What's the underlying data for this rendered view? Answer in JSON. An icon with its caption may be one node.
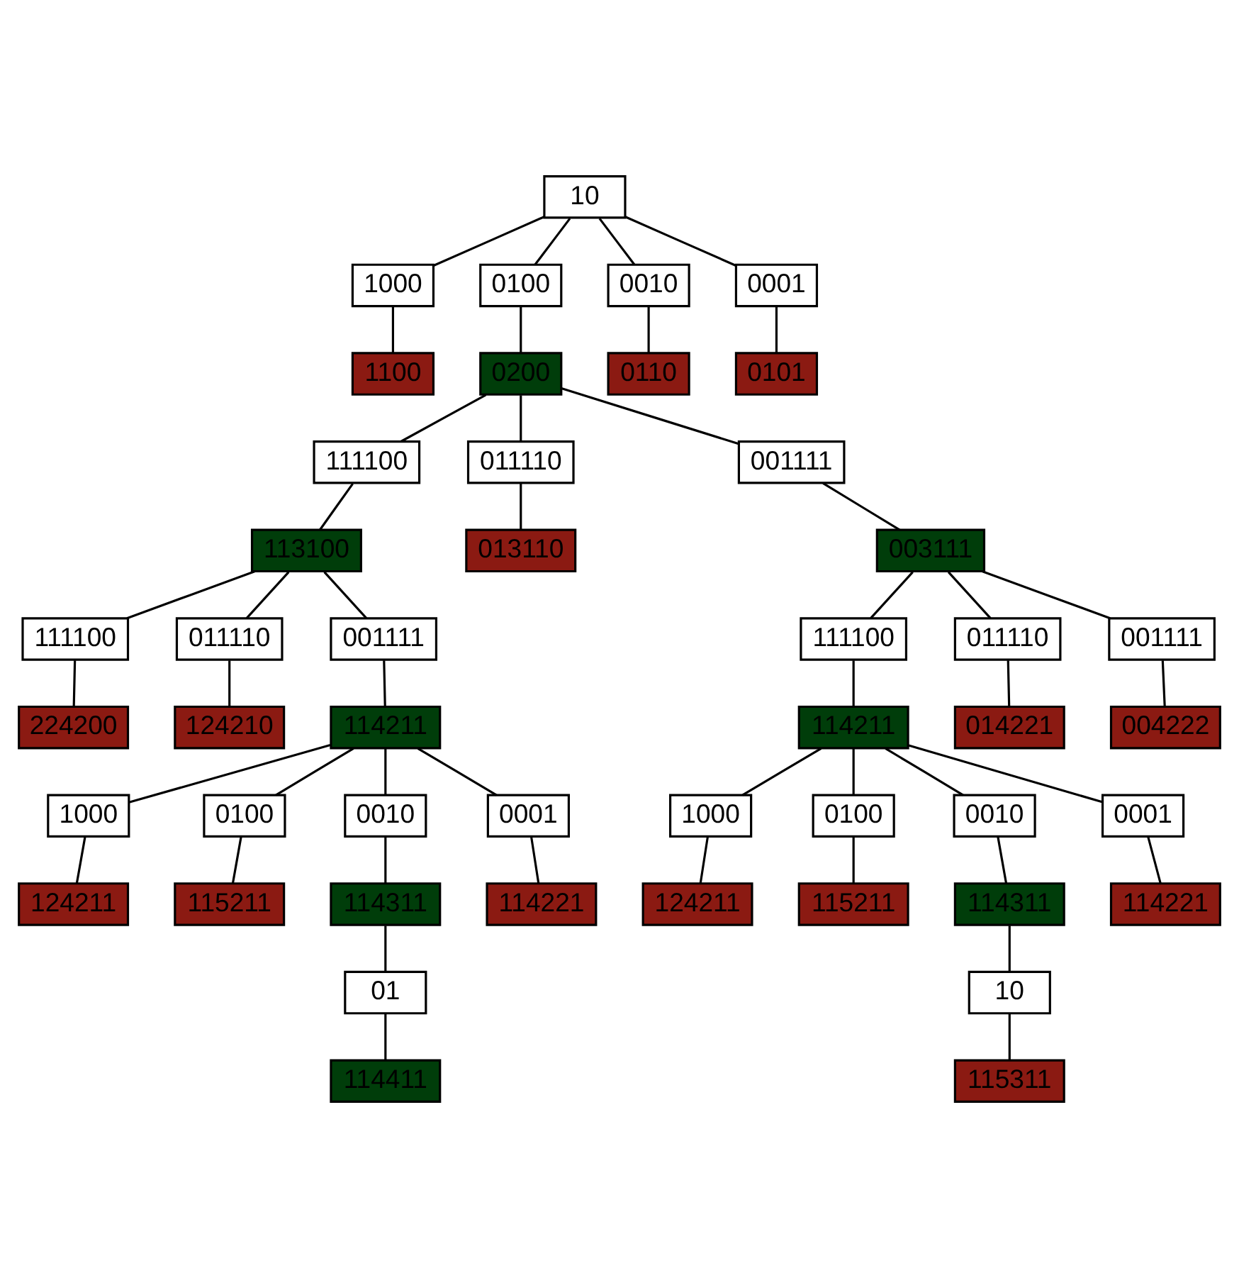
{
  "diagram": {
    "nodes": [
      {
        "text": [
          "10"
        ]
      },
      {
        "text": [
          "1000"
        ]
      },
      {
        "text": [
          "0100"
        ]
      },
      {
        "text": [
          "0010"
        ]
      },
      {
        "text": [
          "0001"
        ]
      },
      {
        "text": [
          "1100"
        ]
      },
      {
        "text": [
          "0200"
        ]
      },
      {
        "text": [
          "0110"
        ]
      },
      {
        "text": [
          "0101"
        ]
      },
      {
        "text": [
          "111100"
        ]
      },
      {
        "text": [
          "011110"
        ]
      },
      {
        "text": [
          "001111"
        ]
      },
      {
        "text": [
          "113100"
        ]
      },
      {
        "text": [
          "013110"
        ]
      },
      {
        "text": [
          "003111"
        ]
      },
      {
        "text": [
          "111100"
        ]
      },
      {
        "text": [
          "011110"
        ]
      },
      {
        "text": [
          "001111"
        ]
      },
      {
        "text": [
          "111100"
        ]
      },
      {
        "text": [
          "011110"
        ]
      },
      {
        "text": [
          "001111"
        ]
      },
      {
        "text": [
          "224200"
        ]
      },
      {
        "text": [
          "124210"
        ]
      },
      {
        "text": [
          "114211"
        ]
      },
      {
        "text": [
          "114211"
        ]
      },
      {
        "text": [
          "014221"
        ]
      },
      {
        "text": [
          "004222"
        ]
      },
      {
        "text": [
          "1000"
        ]
      },
      {
        "text": [
          "0100"
        ]
      },
      {
        "text": [
          "0010"
        ]
      },
      {
        "text": [
          "0001"
        ]
      },
      {
        "text": [
          "1000"
        ]
      },
      {
        "text": [
          "0100"
        ]
      },
      {
        "text": [
          "0010"
        ]
      },
      {
        "text": [
          "0001"
        ]
      },
      {
        "text": [
          "124211"
        ]
      },
      {
        "text": [
          "115211"
        ]
      },
      {
        "text": [
          "114311"
        ]
      },
      {
        "text": [
          "114221"
        ]
      },
      {
        "text": [
          "124211"
        ]
      },
      {
        "text": [
          "115211"
        ]
      },
      {
        "text": [
          "114311"
        ]
      },
      {
        "text": [
          "114221"
        ]
      },
      {
        "text": [
          "01"
        ]
      },
      {
        "text": [
          "10"
        ]
      },
      {
        "text": [
          "114411"
        ]
      },
      {
        "text": [
          "115311"
        ]
      }
    ],
    "edges": [
      {
        "from": 0,
        "to": 1,
        "arrow": "none"
      },
      {
        "from": 0,
        "to": 2,
        "arrow": "none"
      },
      {
        "from": 0,
        "to": 3,
        "arrow": "none"
      },
      {
        "from": 0,
        "to": 4,
        "arrow": "none"
      },
      {
        "from": 1,
        "to": 5,
        "arrow": "none"
      },
      {
        "from": 2,
        "to": 6,
        "arrow": "none"
      },
      {
        "from": 3,
        "to": 7,
        "arrow": "none"
      },
      {
        "from": 4,
        "to": 8,
        "arrow": "none"
      },
      {
        "from": 6,
        "to": 9,
        "arrow": "none"
      },
      {
        "from": 6,
        "to": 10,
        "arrow": "none"
      },
      {
        "from": 6,
        "to": 11,
        "arrow": "none"
      },
      {
        "from": 9,
        "to": 12,
        "arrow": "none"
      },
      {
        "from": 10,
        "to": 13,
        "arrow": "none"
      },
      {
        "from": 11,
        "to": 14,
        "arrow": "none"
      },
      {
        "from": 12,
        "to": 15,
        "arrow": "none"
      },
      {
        "from": 12,
        "to": 16,
        "arrow": "none"
      },
      {
        "from": 12,
        "to": 17,
        "arrow": "none"
      },
      {
        "from": 14,
        "to": 18,
        "arrow": "none"
      },
      {
        "from": 14,
        "to": 19,
        "arrow": "none"
      },
      {
        "from": 14,
        "to": 20,
        "arrow": "none"
      },
      {
        "from": 15,
        "to": 21,
        "arrow": "none"
      },
      {
        "from": 16,
        "to": 22,
        "arrow": "none"
      },
      {
        "from": 17,
        "to": 23,
        "arrow": "none"
      },
      {
        "from": 18,
        "to": 24,
        "arrow": "none"
      },
      {
        "from": 19,
        "to": 25,
        "arrow": "none"
      },
      {
        "from": 20,
        "to": 26,
        "arrow": "none"
      },
      {
        "from": 23,
        "to": 27,
        "arrow": "none"
      },
      {
        "from": 23,
        "to": 28,
        "arrow": "none"
      },
      {
        "from": 23,
        "to": 29,
        "arrow": "none"
      },
      {
        "from": 23,
        "to": 30,
        "arrow": "none"
      },
      {
        "from": 24,
        "to": 31,
        "arrow": "none"
      },
      {
        "from": 24,
        "to": 32,
        "arrow": "none"
      },
      {
        "from": 24,
        "to": 33,
        "arrow": "none"
      },
      {
        "from": 24,
        "to": 34,
        "arrow": "none"
      },
      {
        "from": 27,
        "to": 35,
        "arrow": "none"
      },
      {
        "from": 28,
        "to": 36,
        "arrow": "none"
      },
      {
        "from": 29,
        "to": 37,
        "arrow": "none"
      },
      {
        "from": 30,
        "to": 38,
        "arrow": "none"
      },
      {
        "from": 31,
        "to": 39,
        "arrow": "none"
      },
      {
        "from": 32,
        "to": 40,
        "arrow": "none"
      },
      {
        "from": 33,
        "to": 41,
        "arrow": "none"
      },
      {
        "from": 34,
        "to": 42,
        "arrow": "none"
      },
      {
        "from": 37,
        "to": 43,
        "arrow": "none"
      },
      {
        "from": 41,
        "to": 44,
        "arrow": "none"
      },
      {
        "from": 43,
        "to": 45,
        "arrow": "none"
      },
      {
        "from": 44,
        "to": 46,
        "arrow": "none"
      }
    ]
  }
}
